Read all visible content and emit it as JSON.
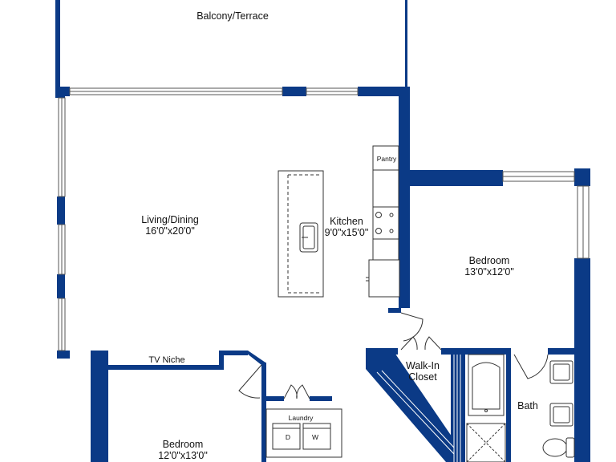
{
  "colors": {
    "wall": "#0b3a86",
    "line": "#333333",
    "background": "#ffffff"
  },
  "rooms": {
    "balcony": {
      "name": "Balcony/Terrace"
    },
    "living": {
      "name": "Living/Dining",
      "size": "16'0\"x20'0\""
    },
    "kitchen": {
      "name": "Kitchen",
      "size": "9'0\"x15'0\""
    },
    "bedroom_right": {
      "name": "Bedroom",
      "size": "13'0\"x12'0\""
    },
    "bedroom_bottom": {
      "name": "Bedroom",
      "size": "12'0\"x13'0\""
    },
    "walk_in_closet": {
      "line1": "Walk-In",
      "line2": "Closet"
    },
    "bath": {
      "name": "Bath"
    }
  },
  "labels": {
    "pantry": "Pantry",
    "tv_niche": "TV Niche",
    "laundry": "Laundry",
    "dryer": "D",
    "washer": "W"
  }
}
